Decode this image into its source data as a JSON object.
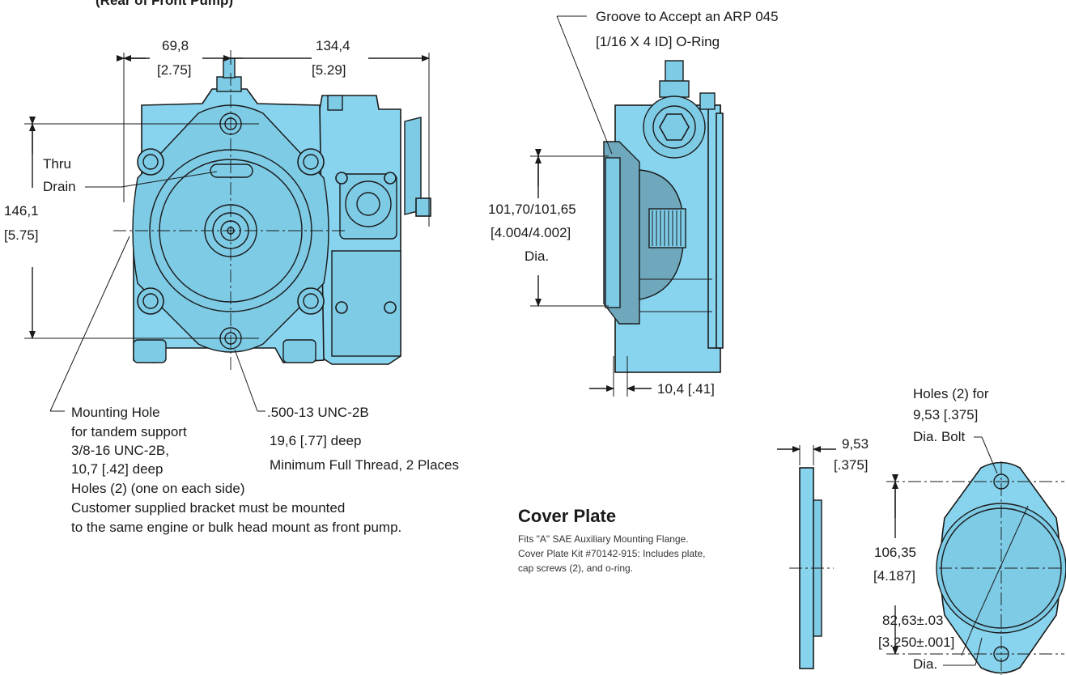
{
  "header": {
    "partial_title": "(Rear of Front Pump)"
  },
  "front_view": {
    "dim_width_left_mm": "69,8",
    "dim_width_left_in": "[2.75]",
    "dim_width_right_mm": "134,4",
    "dim_width_right_in": "[5.29]",
    "dim_height_mm": "146,1",
    "dim_height_in": "[5.75]",
    "thru_drain_line1": "Thru",
    "thru_drain_line2": "Drain",
    "mounting_hole_notes": [
      "Mounting Hole",
      "for tandem support",
      "3/8-16 UNC-2B,",
      "10,7 [.42] deep",
      "Holes (2) (one on each side)",
      "Customer supplied bracket must be mounted",
      "to the same engine or bulk head mount as front pump."
    ],
    "thread_notes": [
      ".500-13 UNC-2B",
      "19,6 [.77] deep",
      "Minimum Full Thread, 2 Places"
    ]
  },
  "side_view": {
    "groove_note_line1": "Groove to Accept an ARP 045",
    "groove_note_line2": "[1/16 X 4 ID] O-Ring",
    "pilot_dia_mm": "101,70/101,65",
    "pilot_dia_in": "[4.004/4.002]",
    "pilot_dia_suffix": "Dia.",
    "pilot_depth": "10,4 [.41]"
  },
  "cover_plate": {
    "title": "Cover Plate",
    "desc_line1": "Fits \"A\" SAE Auxiliary Mounting Flange.",
    "desc_line2": "Cover Plate Kit #70142-915: Includes plate,",
    "desc_line3": "cap screws (2), and o-ring.",
    "thickness_mm": "9,53",
    "thickness_in": "[.375]",
    "holes_line1": "Holes (2) for",
    "holes_line2": "9,53 [.375]",
    "holes_line3": "Dia. Bolt",
    "hole_spacing_mm": "106,35",
    "hole_spacing_in": "[4.187]",
    "bolt_circle_mm": "82,63±.03",
    "bolt_circle_in": "[3.250±.001]",
    "bolt_circle_suffix": "Dia."
  },
  "colors": {
    "part_fill": "#88d4ee",
    "part_shadow": "#6fa8bd",
    "line": "#1a1a1a"
  }
}
